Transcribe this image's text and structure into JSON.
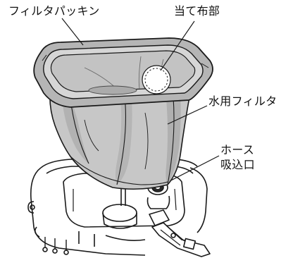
{
  "labels": {
    "filter_packing": "フィルタパッキン",
    "cloth_pad": "当て布部",
    "water_filter": "水用フィルタ",
    "hose_inlet_line1": "ホース",
    "hose_inlet_line2": "吸込口"
  },
  "colors": {
    "line": "#1a1a1a",
    "filter_body": "#c7c7c7",
    "filter_shadow": "#a9a9a9",
    "packing": "#b5b5b5",
    "background": "#ffffff"
  }
}
